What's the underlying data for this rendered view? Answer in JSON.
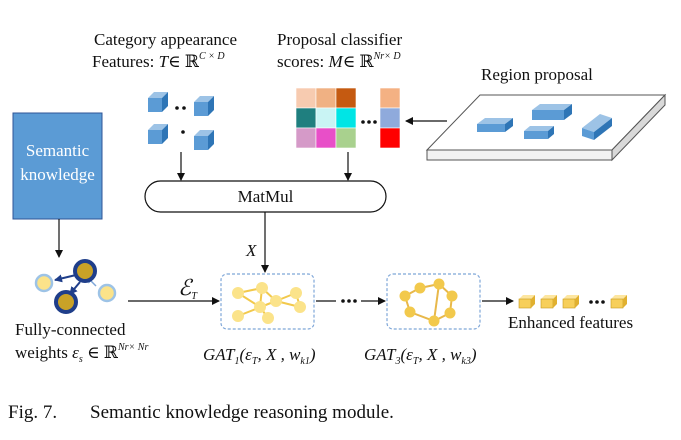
{
  "category": {
    "line1": "Category appearance",
    "line2_prefix": "Features: ",
    "symbol": "T",
    "in": "∈ ℝ",
    "exponent": "C × D"
  },
  "proposal": {
    "line1": "Proposal classifier",
    "line2_prefix": "scores: ",
    "symbol": "M",
    "in": "∈ ℝ",
    "exponent": "Nr× D"
  },
  "region_label": "Region proposal",
  "semantic_box": {
    "line1": "Semantic",
    "line2": "knowledge",
    "color": "#5b9bd5"
  },
  "matmul_label": "MatMul",
  "x_label": "X",
  "edge_label": "ℰ",
  "edge_sub": "T",
  "fc": {
    "line1": "Fully-connected",
    "line2_prefix": "weights ",
    "symbol": "ε",
    "symbol_sub": "s",
    "in": " ∈ ℝ",
    "exponent": "Nr× Nr"
  },
  "gat1": {
    "name": "GAT",
    "index": "1",
    "args": "(ε",
    "args_sub": "T",
    "rest": ", X , w",
    "w_sub": "k1",
    "close": ")"
  },
  "gat3": {
    "name": "GAT",
    "index": "3",
    "args": "(ε",
    "args_sub": "T",
    "rest": ", X , w",
    "w_sub": "k3",
    "close": ")"
  },
  "enhanced_label": "Enhanced features",
  "caption": {
    "number": "Fig. 7.",
    "text": "Semantic knowledge reasoning module."
  },
  "colors": {
    "cube_face": "#5b9bd5",
    "graph_node": "#fbe38a",
    "graph_node_dark": "#f2c94c",
    "feature_cube": "#f7cf5a",
    "dashed_border": "#7ea6d8"
  },
  "score_matrix": [
    [
      "#f7cbb0",
      "#f0b183",
      "#c55a11"
    ],
    [
      "#1f7f7f",
      "#c9f4f4",
      "#00e5e5"
    ],
    [
      "#d59ac8",
      "#e84fc8",
      "#a9d18e"
    ]
  ],
  "score_column": [
    "#f4b183",
    "#8faadc",
    "#ff0000"
  ]
}
